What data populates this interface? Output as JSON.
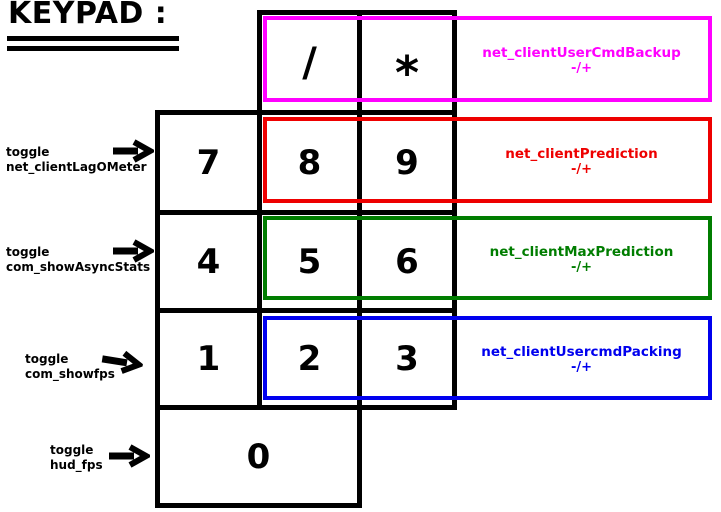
{
  "title": {
    "text": "KEYPAD :"
  },
  "keypad": {
    "keys": [
      {
        "id": "slash",
        "label": "/"
      },
      {
        "id": "star",
        "label": "*"
      },
      {
        "id": "7",
        "label": "7"
      },
      {
        "id": "8",
        "label": "8"
      },
      {
        "id": "9",
        "label": "9"
      },
      {
        "id": "4",
        "label": "4"
      },
      {
        "id": "5",
        "label": "5"
      },
      {
        "id": "6",
        "label": "6"
      },
      {
        "id": "1",
        "label": "1"
      },
      {
        "id": "2",
        "label": "2"
      },
      {
        "id": "3",
        "label": "3"
      },
      {
        "id": "0",
        "label": "0"
      }
    ]
  },
  "bindings": [
    {
      "cvar": "net_clientUserCmdBackup",
      "adjust": "-/+",
      "color": "#ff00ff"
    },
    {
      "cvar": "net_clientPrediction",
      "adjust": "-/+",
      "color": "#ee0000"
    },
    {
      "cvar": "net_clientMaxPrediction",
      "adjust": "-/+",
      "color": "#007d00"
    },
    {
      "cvar": "net_clientUsercmdPacking",
      "adjust": "-/+",
      "color": "#0000ee"
    }
  ],
  "toggles": [
    {
      "action": "toggle",
      "cvar": "net_clientLagOMeter"
    },
    {
      "action": "toggle",
      "cvar": "com_showAsyncStats"
    },
    {
      "action": "toggle",
      "cvar": "com_showfps"
    },
    {
      "action": "toggle",
      "cvar": "hud_fps"
    }
  ]
}
